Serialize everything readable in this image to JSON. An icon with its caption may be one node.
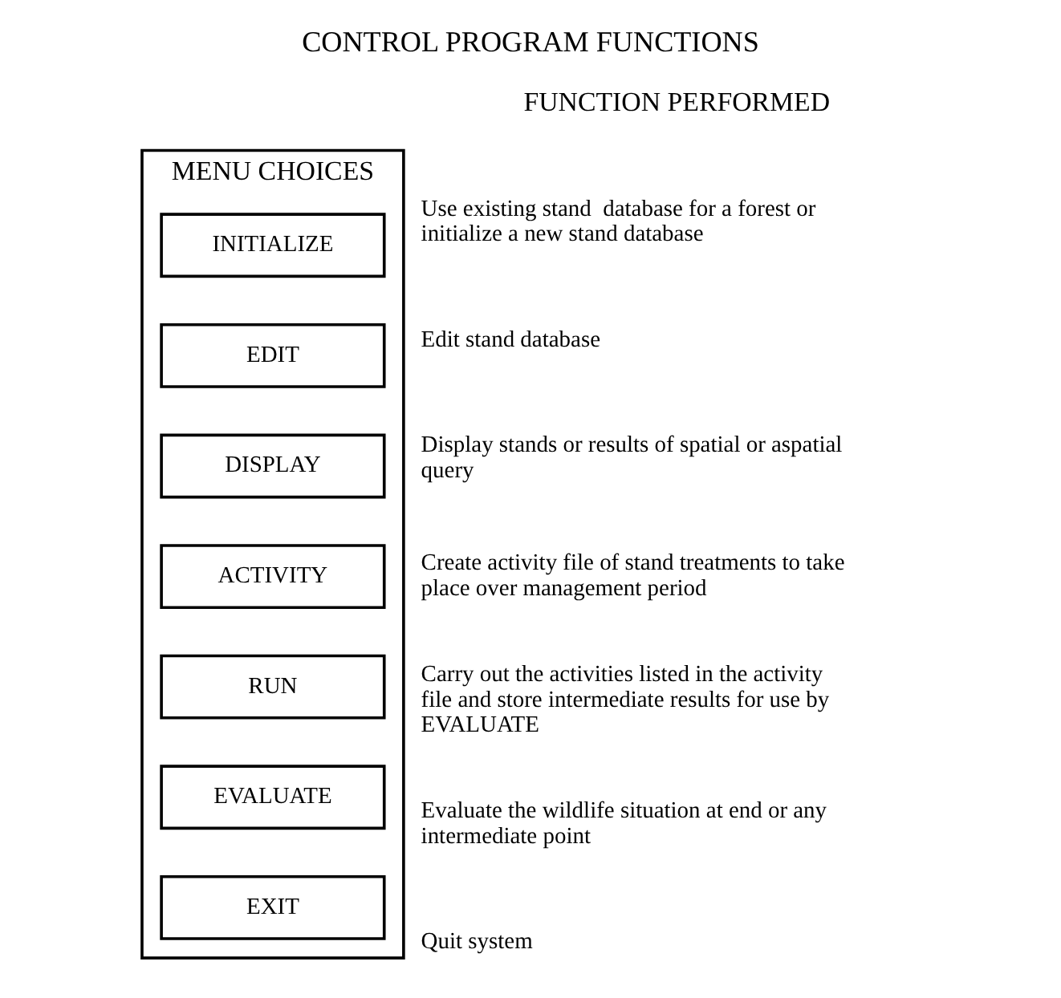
{
  "diagram": {
    "title": "CONTROL PROGRAM FUNCTIONS",
    "nodes": [
      {
        "text": [
          "MENU CHOICES"
        ]
      },
      {
        "text": [
          "INITIALIZE"
        ],
        "in": 0,
        "beside": [
          "Use existing stand  database for a forest or initialize a new stand database"
        ]
      },
      {
        "text": [
          "EDIT"
        ],
        "in": 0,
        "beside": [
          "Edit stand database"
        ]
      },
      {
        "text": [
          "DISPLAY"
        ],
        "in": 0,
        "beside": [
          "Display stands or results of spatial or aspatial query"
        ]
      },
      {
        "text": [
          "ACTIVITY"
        ],
        "in": 0,
        "beside": [
          "Create activity file of stand treatments to take place over management period"
        ]
      },
      {
        "text": [
          "RUN"
        ],
        "in": 0,
        "beside": [
          "Carry out the activities listed in the activity file and store intermediate results for use by EVALUATE"
        ]
      },
      {
        "text": [
          "EVALUATE"
        ],
        "in": 0,
        "beside": [
          "Evaluate the wildlife situation at end or any intermediate point"
        ]
      },
      {
        "text": [
          "EXIT"
        ],
        "in": 0,
        "beside": [
          "Quit system"
        ]
      }
    ],
    "labels": [
      "FUNCTION PERFORMED"
    ]
  }
}
